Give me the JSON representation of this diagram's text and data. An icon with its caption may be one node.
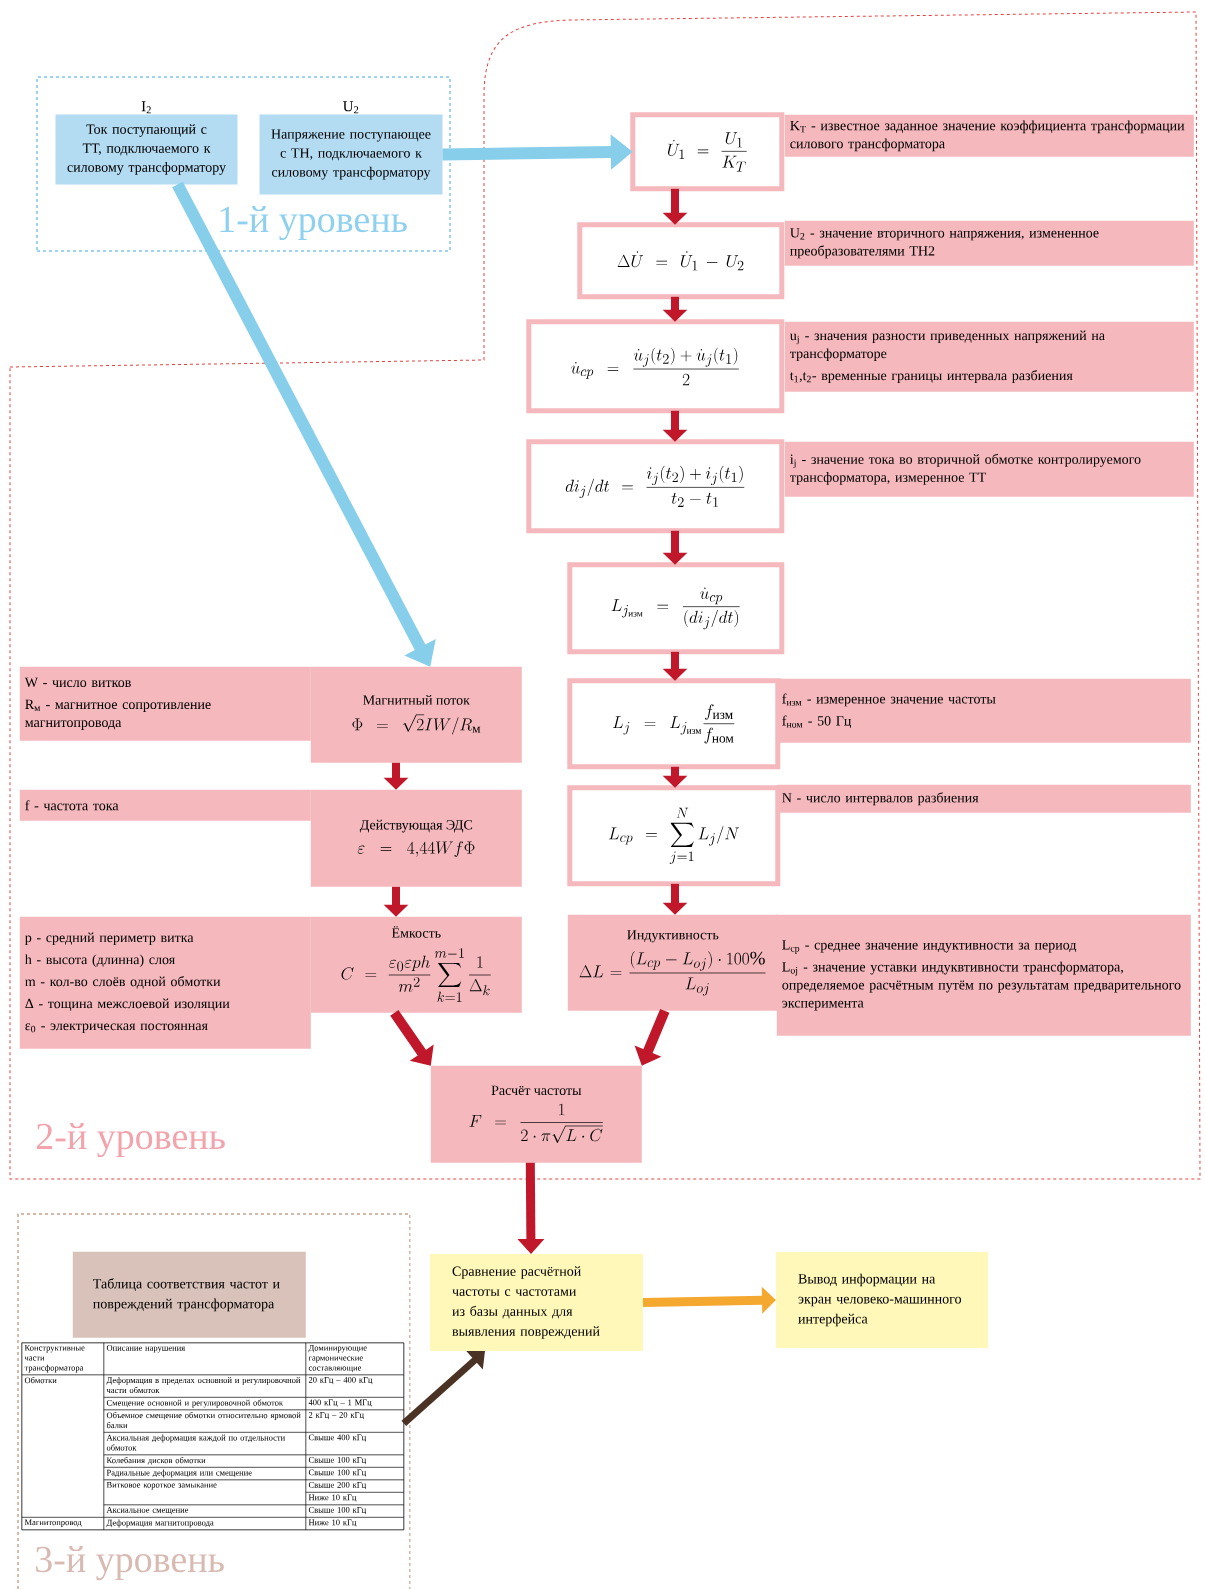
{
  "diagram": {
    "nodes": [
      {
        "text": [
          "1-й уровень"
        ]
      },
      {
        "text": [
          "I$_{2}$",
          "Ток поступающий с ТТ, подключаемого к силовому трансформатору"
        ],
        "in": 0
      },
      {
        "text": [
          "U$_{2}$",
          "Напряжение поступающее с ТН, подключаемого к силовому трансформатору"
        ],
        "in": 0
      },
      {
        "text": [
          "2-й уровень"
        ]
      },
      {
        "text": [
          "\\dot{U}_1=\\frac{U_1}{K_T}"
        ],
        "in": 3
      },
      {
        "text": [
          "K$_{T}$ - известное заданное значение коэффициента трансформации силового трансформатора"
        ],
        "in": 3
      },
      {
        "text": [
          "\\Delta\\dot{U}=\\dot{U}_1-U_2"
        ],
        "in": 3
      },
      {
        "text": [
          "U$_{2}$ - значение вторичного напряжения, измененное преобразователями ТН2"
        ],
        "in": 3
      },
      {
        "text": [
          "\\dot{u}_{cp}=\\frac{\\dot{u}_j(t_2)+\\dot{u}_j(t_1)}{2}"
        ],
        "in": 3
      },
      {
        "text": [
          "u$_{j}$ - значения разности приведенных напряжений на трансформаторе",
          "t$_{1}$,t$_{2}$- временные границы интервала разбиения"
        ],
        "in": 3
      },
      {
        "text": [
          "di_j/dt=\\frac{i_j(t_2)+i_j(t_1)}{t_2-t_1}"
        ],
        "in": 3
      },
      {
        "text": [
          "i$_{j}$ - значение тока во вторичной обмотке контролируемого трансформатора, измеренное ТТ"
        ],
        "in": 3
      },
      {
        "text": [
          "L_{j_{\\text{изм}}}=\\frac{\\dot{u}_{cp}}{(di_j/dt)}"
        ],
        "in": 3
      },
      {
        "text": [
          "L_j=L_{j_{\\text{изм}}}\\frac{f_{\\text{изм}}}{f_{\\text{ном}}}"
        ],
        "in": 3
      },
      {
        "text": [
          "f$_{изм}$ - измеренное значение частоты",
          "f$_{ном}$ - 50 Гц"
        ],
        "in": 3
      },
      {
        "text": [
          "L_{cp}=\\sum_{j=1}^{N}L_j/N"
        ],
        "in": 3
      },
      {
        "text": [
          "N - число интервалов разбиения"
        ],
        "in": 3
      },
      {
        "text": [
          "Индуктивность",
          "\\Delta L=\\frac{(L_{cp}-L_{oj})\\cdot 100\\%}{L_{oj}}"
        ],
        "in": 3
      },
      {
        "text": [
          "L$_{ср}$ - среднее значение индуктивности за период",
          "L$_{oj}$ - значение уставки индуквтивности трансформатора, определяемое расчётным путём по результатам предварительного эксперимента"
        ],
        "in": 3
      },
      {
        "text": [
          "W - число витков",
          "R$_{м}$ - магнитное сопротивление магнитопровода"
        ],
        "in": 3
      },
      {
        "text": [
          "Магнитный поток",
          "\\Phi=\\sqrt{2}IW/R_{\\text{м}}"
        ],
        "in": 3
      },
      {
        "text": [
          "f - частота тока"
        ],
        "in": 3
      },
      {
        "text": [
          "Действующая ЭДС",
          "\\varepsilon=4{,}44Wf\\Phi"
        ],
        "in": 3
      },
      {
        "text": [
          "p - средний периметр витка",
          "h - высота (длинна) слоя",
          "m - кол-во слоёв одной обмотки",
          "Δ - тощина межслоевой изоляции",
          "ε$_{0}$ - электрическая постоянная"
        ],
        "in": 3
      },
      {
        "text": [
          "Ёмкость",
          "C=\\frac{\\varepsilon_0\\varepsilon ph}{m^2}\\sum_{k=1}^{m-1}\\frac{1}{\\Delta_k}"
        ],
        "in": 3
      },
      {
        "text": [
          "Расчёт частоты",
          "F=\\frac{1}{2\\cdot\\pi\\sqrt{L\\cdot C}}"
        ],
        "in": 3
      },
      {
        "text": [
          "3-й уровень"
        ]
      },
      {
        "text": [
          "Таблица соответствия частот и повреждений трансформатора"
        ],
        "in": 26
      },
      {
        "text": [
          "Конструктивные части трансформатора",
          "Описание нарушения",
          "Доминирующие гармонические составляющие",
          "Обмотки",
          "Деформация в пределах основной и регулировочной части обмоток",
          "20 кГц – 400 кГц",
          "Смещение основной и регулировочной обмоток",
          "400 кГц – 1 МГц",
          "Объемное смещение обмотки относительно ярмовой балки",
          "2 кГц – 20 кГц",
          "Аксиальная деформация каждой по отдельности обмоток",
          "Свыше 400 кГц",
          "Колебания дисков обмотки",
          "Свыше 100 кГц",
          "Радиальные деформация или смещение",
          "Свыше 100 кГц",
          "Витковое короткое замыкание",
          "Свыше 200 кГц",
          "Ниже 10 кГц",
          "Аксиальное смещение",
          "Свыше 100 кГц",
          "Магнитопровод",
          "Деформация магнитопровода",
          "Ниже 10 кГц"
        ],
        "in": 26
      },
      {
        "text": [
          "Сравнение расчётной частоты с частотами из базы данных для выявления повреждений"
        ]
      },
      {
        "text": [
          "Вывод информации на экран человеко-машинного интерфейса"
        ]
      }
    ],
    "edges": [
      {
        "from": 2,
        "to": 4,
        "arrow": "to",
        "color": "#87ceeb"
      },
      {
        "from": 1,
        "to": 20,
        "arrow": "to",
        "color": "#87ceeb"
      },
      {
        "from": 4,
        "to": 6,
        "arrow": "to"
      },
      {
        "from": 6,
        "to": 8,
        "arrow": "to"
      },
      {
        "from": 8,
        "to": 10,
        "arrow": "to"
      },
      {
        "from": 10,
        "to": 12,
        "arrow": "to"
      },
      {
        "from": 12,
        "to": 13,
        "arrow": "to"
      },
      {
        "from": 13,
        "to": 15,
        "arrow": "to"
      },
      {
        "from": 15,
        "to": 17,
        "arrow": "to"
      },
      {
        "from": 20,
        "to": 22,
        "arrow": "to"
      },
      {
        "from": 22,
        "to": 24,
        "arrow": "to"
      },
      {
        "from": 24,
        "to": 25,
        "arrow": "to"
      },
      {
        "from": 17,
        "to": 25,
        "arrow": "to"
      },
      {
        "from": 25,
        "to": 29,
        "arrow": "to"
      },
      {
        "from": 28,
        "to": 29,
        "arrow": "to",
        "color": "#4a3324"
      },
      {
        "from": 29,
        "to": 30,
        "arrow": "to",
        "color": "#f5a830"
      }
    ]
  }
}
